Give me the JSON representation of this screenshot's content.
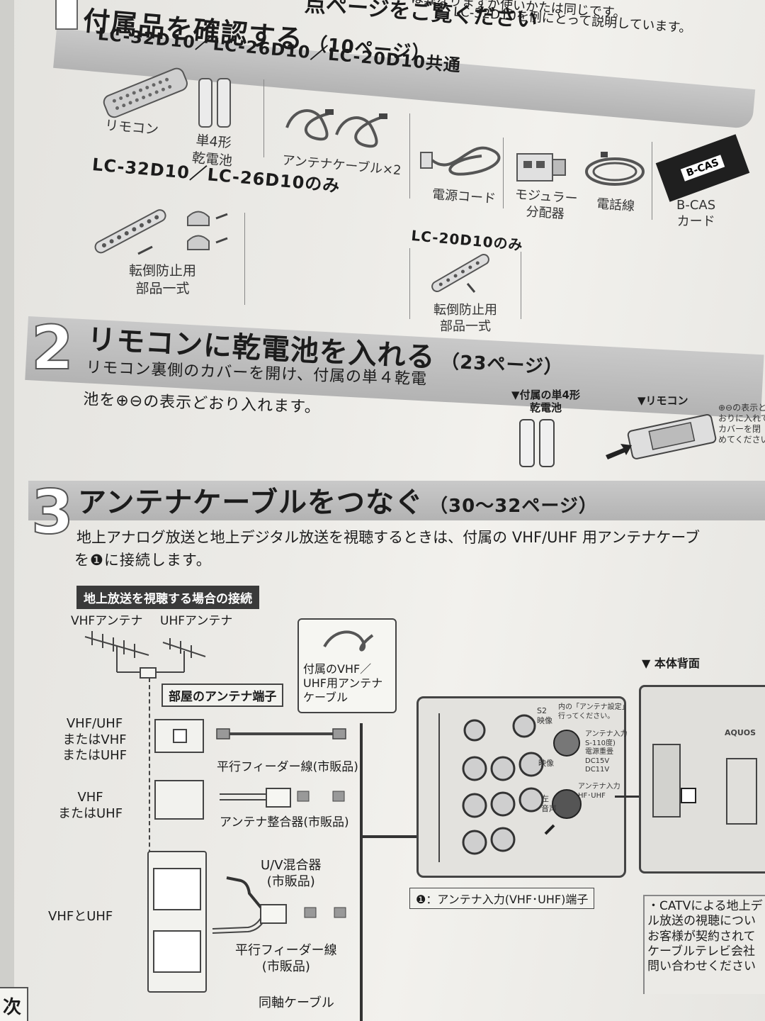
{
  "header": {
    "section1_title": "付属品を確認する",
    "section1_page": "（10ページ）",
    "top_right_line1": "LC-32D10を例にとって説明しています。",
    "top_right_line2": "は異なりますが使いかたは同じです。",
    "top_partial": "点ページをご覧ください"
  },
  "accessories": {
    "common_heading": "LC-32D10／LC-26D10／LC-20D10共通",
    "items_common": [
      {
        "label": "リモコン",
        "icon": "remote-control-icon"
      },
      {
        "label": "単4形\n乾電池",
        "icon": "battery-icon"
      },
      {
        "label": "アンテナケーブル×2",
        "icon": "antenna-cable-icon"
      },
      {
        "label": "電源コード",
        "icon": "power-cord-icon"
      },
      {
        "label": "モジュラー\n分配器",
        "icon": "modular-splitter-icon"
      },
      {
        "label": "電話線",
        "icon": "phone-line-icon"
      },
      {
        "label": "B-CAS\nカード",
        "icon": "bcas-card-icon"
      }
    ],
    "bcas_card_text": "B-CAS",
    "heading_32_26": "LC-32D10／LC-26D10のみ",
    "item_32_26": "転倒防止用\n部品一式",
    "heading_20": "LC-20D10のみ",
    "item_20": "転倒防止用\n部品一式"
  },
  "step2": {
    "number": "2",
    "title": "リモコンに乾電池を入れる",
    "page": "（23ページ）",
    "line1": "リモコン裏側のカバーを開け、付属の単４乾電",
    "line2": "池を⊕⊖の表示どおり入れます。",
    "battery_caption": "▼付属の単4形\n乾電池",
    "remote_caption": "▼リモコン",
    "remote_note": "⊕⊖の表示と\nおりに入れて\nカバーを閉\nめてください"
  },
  "step3": {
    "number": "3",
    "title": "アンテナケーブルをつなぐ",
    "page": "（30〜32ページ）",
    "line1": "地上アナログ放送と地上デジタル放送を視聴するときは、付属の VHF/UHF 用アンテナケーブ",
    "line2": "を❶に接続します。",
    "box_title": "地上放送を視聴する場合の接続",
    "vhf_antenna": "VHFアンテナ",
    "uhf_antenna": "UHFアンテナ",
    "room_terminal": "部屋のアンテナ端子",
    "cable_callout": "付属のVHF／\nUHF用アンテナ\nケーブル",
    "row1_label": "VHF/UHF\nまたはVHF\nまたはUHF",
    "row2_label": "VHF\nまたはUHF",
    "row3_label": "VHFとUHF",
    "feeder_line": "平行フィーダー線(市販品)",
    "matcher": "アンテナ整合器(市販品)",
    "uv_mixer": "U/V混合器\n(市販品)",
    "feeder_line2": "平行フィーダー線\n(市販品)",
    "coax": "同軸ケーブル",
    "rear_caption": "▼ 本体背面",
    "aquos": "AQUOS",
    "terminal_label": "❶：アンテナ入力(VHF･UHF)端子",
    "panel_s2": "S2\n映像",
    "panel_note": "内の「アンテナ設定」\n行ってください。",
    "panel_antenna_in": "アンテナ入力\nS-110度)\n電源重畳\nDC15V\nDC11V",
    "panel_antenna_in2": "アンテナ入力\nHF･UHF",
    "panel_video": "映像",
    "panel_audio": "左\n音声",
    "catv_note": "・CATVによる地上デ\nル放送の視聴につい\nお客様が契約されて\nケーブルテレビ会社\n問い合わせください",
    "side_char": "次"
  },
  "colors": {
    "band": "#bcbcbc",
    "text": "#1c1c1c",
    "dark_box": "#3a3a3a"
  }
}
